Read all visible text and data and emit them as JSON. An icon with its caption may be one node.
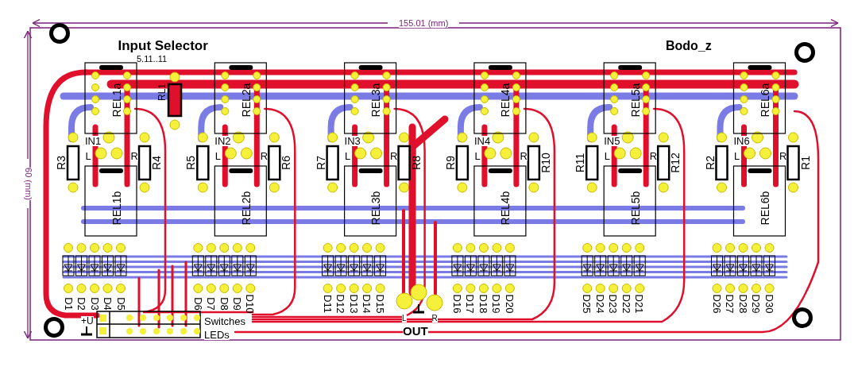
{
  "diagram": {
    "title": "Input Selector",
    "labels": [
      "155.01 (mm)",
      "60 (mm)",
      "5.11..11",
      "Bodo_z",
      "RL1",
      "REL1a",
      "IN1",
      "L",
      "R",
      "R3",
      "R4",
      "REL1b",
      "D1",
      "D2",
      "D3",
      "D4",
      "D5",
      "REL2a",
      "IN2",
      "L",
      "R",
      "R5",
      "R6",
      "REL2b",
      "D6",
      "D7",
      "D8",
      "D9",
      "D10",
      "REL3a",
      "IN3",
      "L",
      "R",
      "R7",
      "R8",
      "REL3b",
      "D11",
      "D12",
      "D13",
      "D14",
      "D15",
      "REL4a",
      "IN4",
      "L",
      "R",
      "R9",
      "R10",
      "REL4b",
      "D16",
      "D17",
      "D18",
      "D19",
      "D20",
      "REL5a",
      "IN5",
      "L",
      "R",
      "R11",
      "R12",
      "REL5b",
      "D25",
      "D24",
      "D23",
      "D22",
      "D21",
      "REL6a",
      "IN6",
      "L",
      "R",
      "R2",
      "R1",
      "REL6b",
      "D26",
      "D27",
      "D28",
      "D29",
      "D30",
      "+U",
      "Switches",
      "L",
      "R",
      "OUT",
      "LEDs"
    ]
  }
}
